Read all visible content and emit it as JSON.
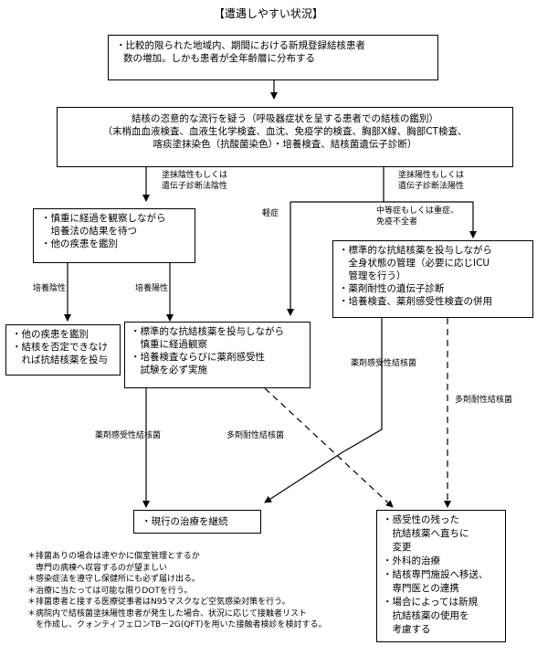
{
  "title": "【遭遇しやすい状況】",
  "box1": [
    "・比較的限られた地域内、期間における新規登録結核患者",
    "数の増加。しかも患者が全年齢層に分布する"
  ],
  "box2": [
    "結核の恣意的な流行を疑う（呼吸器症状を呈する患者での結核の鑑別）",
    "（末梢血血液検査、血液生化学検査、血沈、免疫学的検査、胸部X線、胸部CT検査、",
    "喀痰塗抹染色（抗酸菌染色）・培養検査、結核菌遺伝子診断）"
  ],
  "box3": [
    "・慎重に経過を観察しながら",
    "　培養法の結果を待つ",
    "・他の疾患を鑑別"
  ],
  "box4": [
    "・標準的な抗結核薬を投与しながら",
    "　全身状態の管理（必要に応じICU",
    "　管理を行う）",
    "・薬剤耐性の遺伝子診断",
    "・培養検査、薬剤感受性検査の併用"
  ],
  "box5": [
    "・他の疾患を鑑別",
    "・結核を否定できなけ",
    "　れば抗結核薬を投与"
  ],
  "box6": [
    "・標準的な抗結核薬を投与しながら",
    "　慎重に経過観察",
    "・培養検査ならびに薬剤感受性",
    "　試験を必ず実施"
  ],
  "box7": [
    "・現行の治療を継続"
  ],
  "box8": [
    "・感受性の残った",
    "　抗結核薬へ直ちに",
    "　変更",
    "・外科的治療",
    "・結核専門施設へ移送、",
    "　専門医との連携",
    "・場合によっては新規",
    "　抗結核薬の使用を",
    "　考慮する"
  ],
  "labels": {
    "smear_neg": [
      "塗抹陰性もしくは",
      "遺伝子診断法陰性"
    ],
    "smear_pos": [
      "塗抹陽性もしくは",
      "遺伝子診断法陽性"
    ],
    "mild": "軽症",
    "severe": [
      "中等症もしくは重症、",
      "免疫不全者"
    ],
    "culture_neg": "培養陰性",
    "culture_pos": "培養陽性",
    "sensitive_right": "薬剤感受性結核菌",
    "mdr_right": "多剤耐性結核菌",
    "sensitive_left": "薬剤感受性結核菌",
    "mdr_left": "多剤耐性結核菌"
  },
  "notes": [
    "＊排菌ありの場合は速やかに個室管理とするか",
    "　専門の病棟へ収容するのが望ましい",
    "＊感染症法を遵守し保健所にも必ず届け出る。",
    "＊治療に当たっては可能な限りDOTを行う。",
    "＊排菌患者と接する医療従事者はN95マスクなど空気感染対策を行う。",
    "＊病院内で結核菌塗抹陽性患者が発生した場合、状況に応じて接触者リスト",
    "　を作成し、クォンティフェロンTB－2G(QFT)を用いた接触者検診を検討する。"
  ]
}
